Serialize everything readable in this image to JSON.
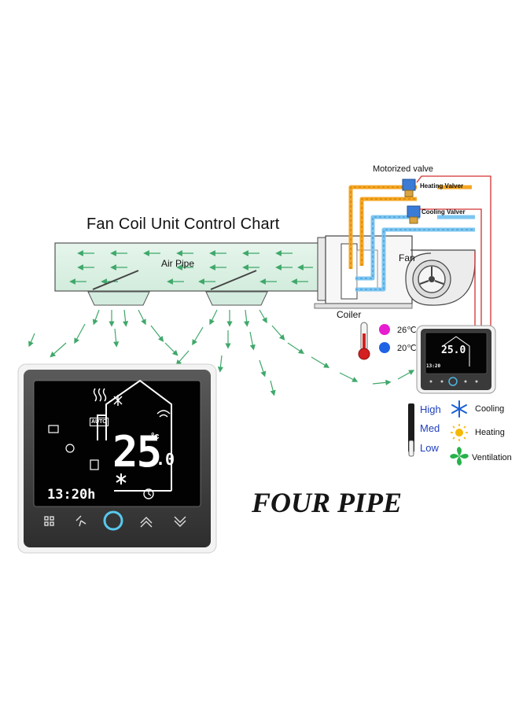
{
  "title": "Fan Coil Unit Control Chart",
  "labels": {
    "air_pipe": "Air Pipe",
    "fan": "Fan",
    "coiler": "Coiler",
    "motorized_valve": "Motorized valve",
    "heating_valve": "Heating Valver",
    "cooling_valve": "Cooling Valver",
    "four_pipe": "FOUR PIPE"
  },
  "temperatures": {
    "hot": "26℃",
    "cold": "20℃"
  },
  "fan_speeds": [
    "High",
    "Med",
    "Low"
  ],
  "modes": [
    "Cooling",
    "Heating",
    "Ventilation"
  ],
  "thermostat": {
    "temperature": "25",
    "decimal": ".0",
    "unit": "°c",
    "time": "13:20h",
    "auto_badge": "AUTO",
    "small_temp": "25.0",
    "small_time": "13:20"
  },
  "colors": {
    "airflow_arrow": "#3fa86a",
    "hot_pipe": "#f5a623",
    "cold_pipe": "#7cc6f0",
    "wire": "#d43030",
    "hot_dot": "#e61ed0",
    "cold_dot": "#1f63e6",
    "speed_text": "#1f3fbf",
    "cooling_icon": "#1a5fd6",
    "heating_icon": "#f5b800",
    "ventilation_icon": "#26b24a"
  }
}
